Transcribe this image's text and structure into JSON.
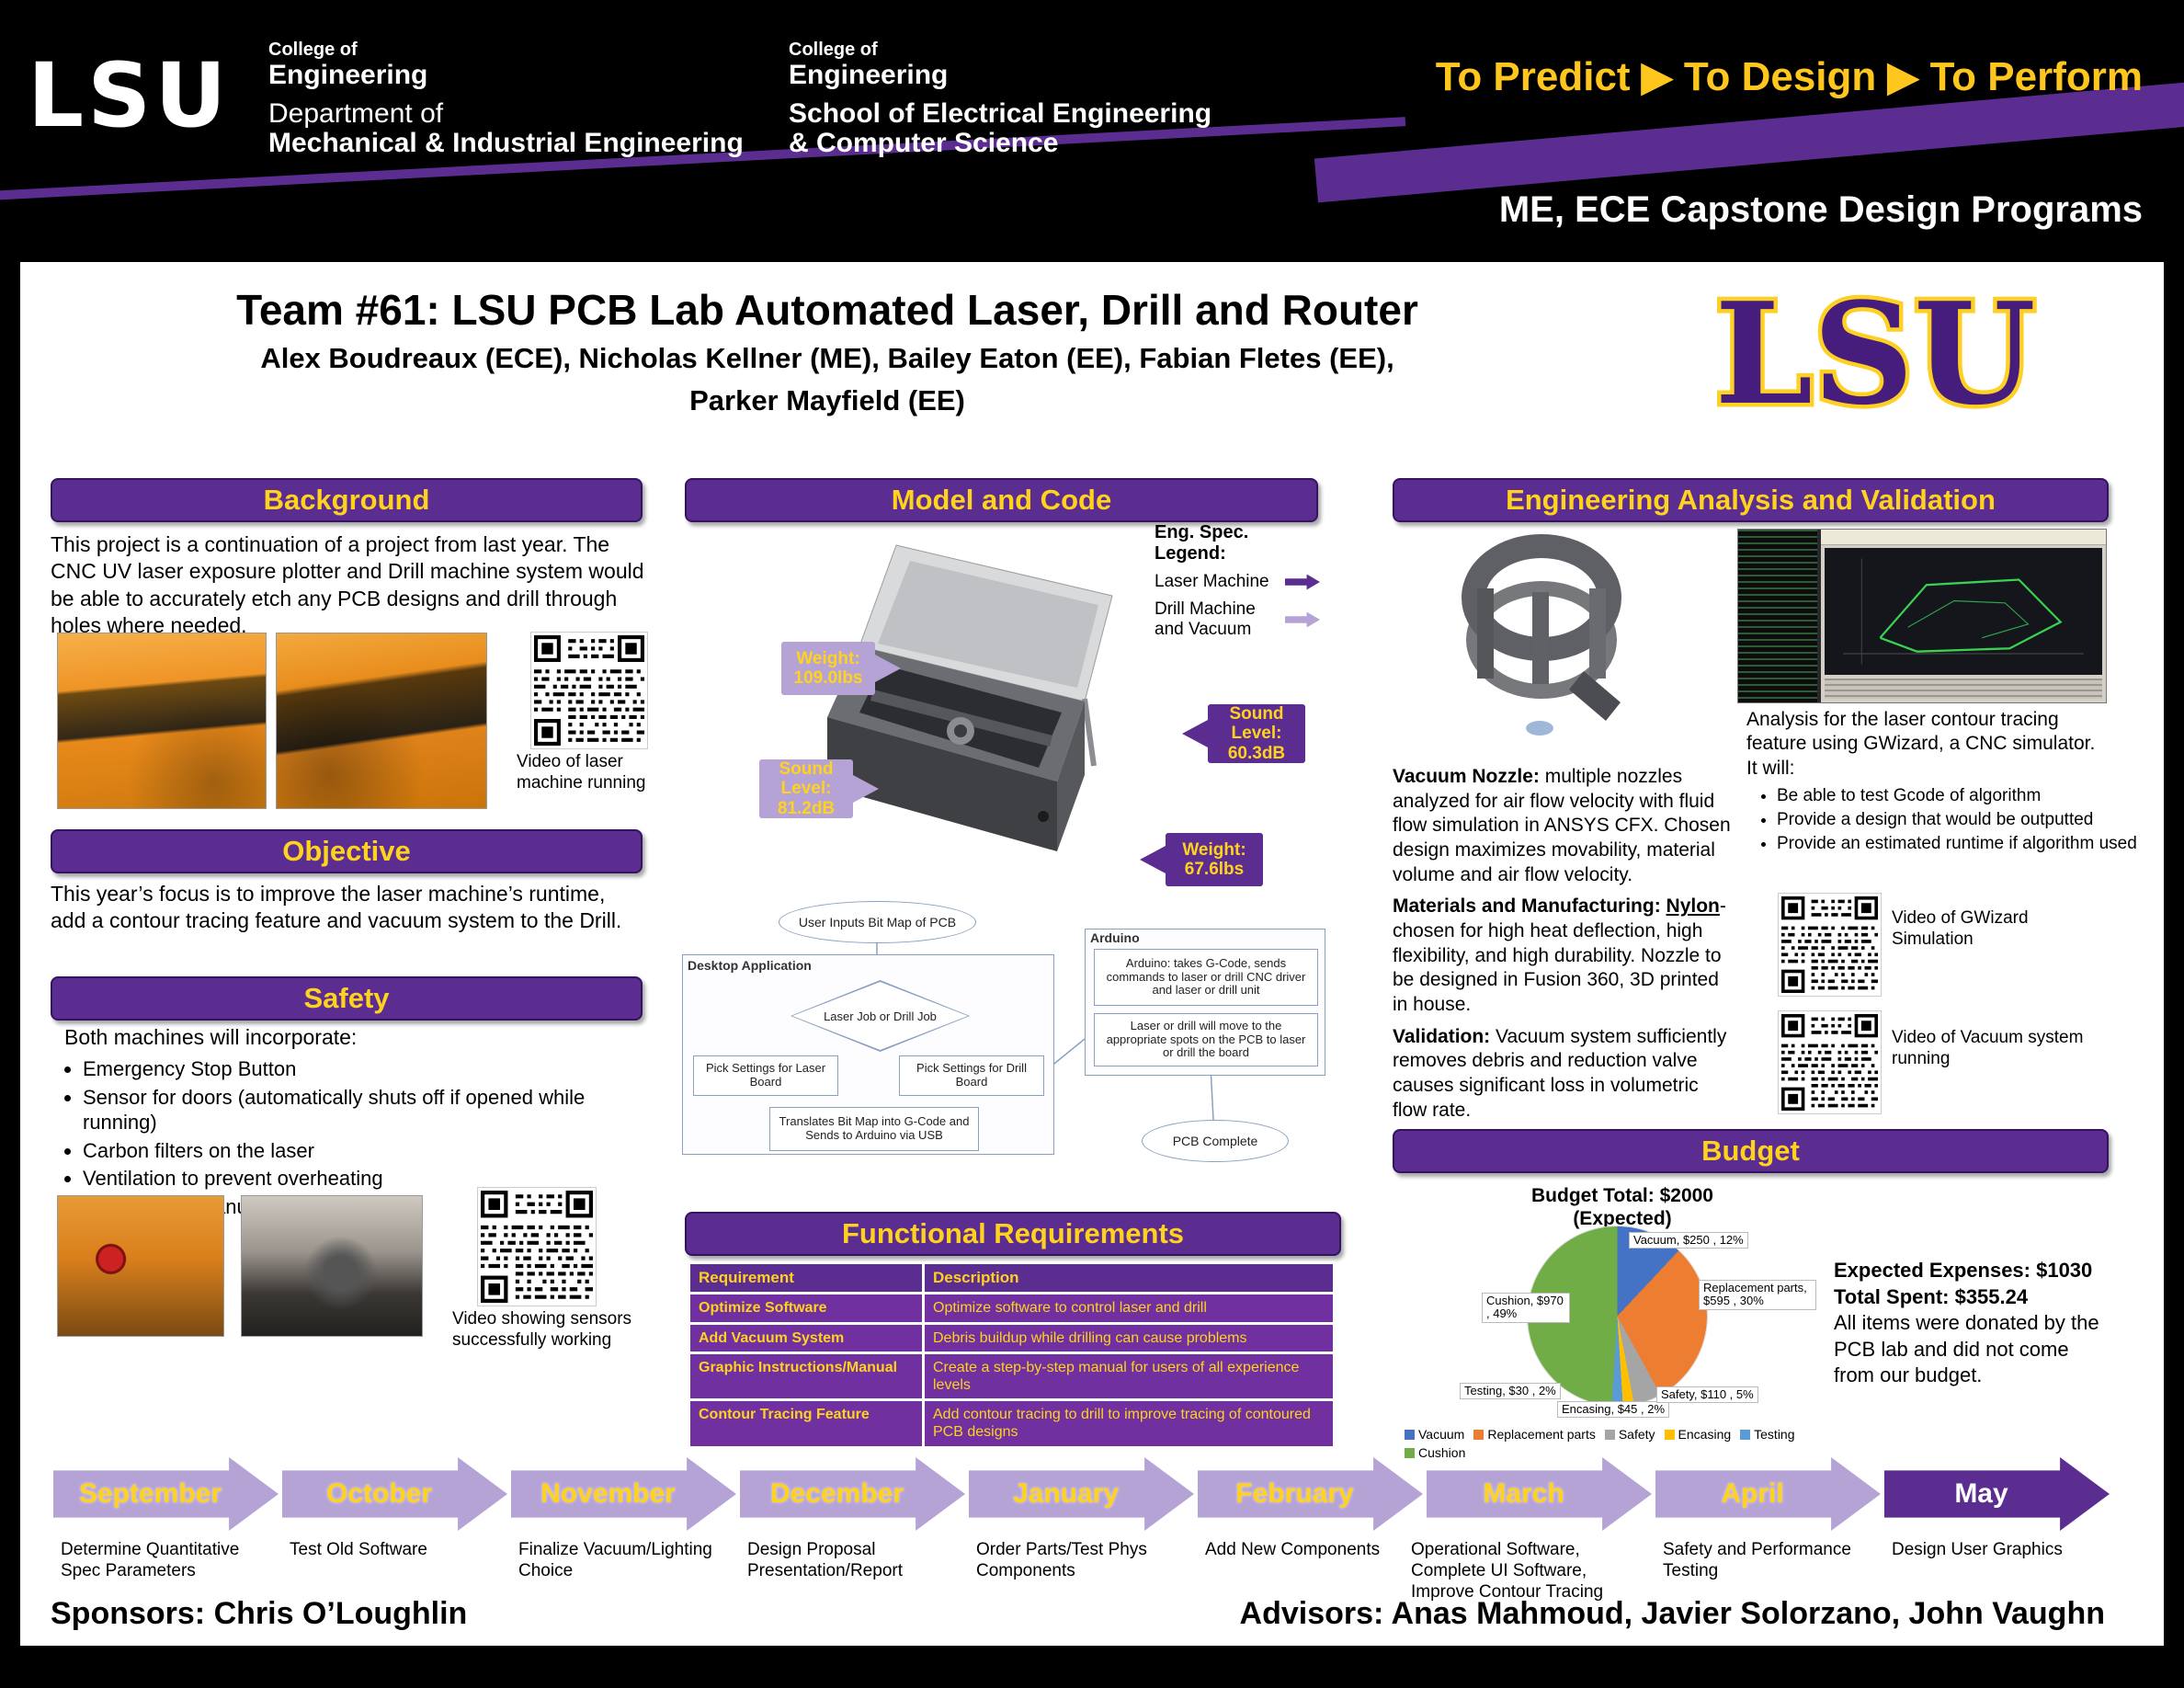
{
  "colors": {
    "lsu_purple": "#461D7C",
    "gold": "#FDD023",
    "header_purple": "#5C2D91",
    "header_gold": "#FFD21E"
  },
  "banner": {
    "lsu_wordmark": "LSU",
    "college1": {
      "small": "College of",
      "bold": "Engineering",
      "line1": "Department of",
      "line2": "Mechanical & Industrial Engineering"
    },
    "college2": {
      "small": "College of",
      "bold": "Engineering",
      "line1": "School of Electrical Engineering",
      "line2": "& Computer Science"
    },
    "motto": "To Predict ▶ To Design ▶ To Perform",
    "program": "ME, ECE Capstone Design Programs"
  },
  "title": {
    "main": "Team #61: LSU PCB Lab Automated Laser, Drill and Router",
    "authors1": "Alex Boudreaux (ECE), Nicholas Kellner (ME), Bailey Eaton (EE), Fabian Fletes (EE),",
    "authors2": "Parker Mayfield (EE)",
    "logo_text": "LSU"
  },
  "background": {
    "heading": "Background",
    "body": "This project is a continuation of a project from last year.  The CNC UV laser exposure plotter and Drill machine system would be able to accurately etch any PCB designs and drill through holes where needed.",
    "qr_caption": "Video of laser machine running"
  },
  "objective": {
    "heading": "Objective",
    "body": "This year’s focus is to improve the laser machine’s runtime, add a contour tracing feature and vacuum system to the Drill."
  },
  "safety": {
    "heading": "Safety",
    "intro": "Both machines will incorporate:",
    "bullets": [
      "Emergency Stop Button",
      "Sensor for doors (automatically shuts off if opened while running)",
      "Carbon filters on the laser",
      "Ventilation to prevent overheating",
      "Instructional manual for ease of use"
    ],
    "qr_caption": "Video showing sensors successfully working"
  },
  "model": {
    "heading": "Model and Code",
    "legend_title": "Eng. Spec. Legend:",
    "legend_laser": "Laser Machine",
    "legend_drill": "Drill Machine and Vacuum",
    "callouts": {
      "laser_weight_label": "Weight:",
      "laser_weight_value": "109.0lbs",
      "laser_sound_label": "Sound Level:",
      "laser_sound_value": "81.2dB",
      "drill_sound_label": "Sound Level:",
      "drill_sound_value": "60.3dB",
      "drill_weight_label": "Weight:",
      "drill_weight_value": "67.6lbs"
    },
    "flow": {
      "start": "User Inputs Bit Map of PCB",
      "desktop_label": "Desktop Application",
      "decision": "Laser Job or Drill Job",
      "laser_settings": "Pick Settings for Laser Board",
      "drill_settings": "Pick Settings for Drill Board",
      "translate": "Translates Bit Map into G-Code and Sends to Arduino via USB",
      "arduino_label": "Arduino",
      "arduino_box": "Arduino: takes G-Code, sends commands to laser or drill CNC driver and laser or drill unit",
      "move_box": "Laser or drill will move to the appropriate spots on the PCB to laser or drill the board",
      "end": "PCB Complete"
    }
  },
  "functional": {
    "heading": "Functional Requirements",
    "col1": "Requirement",
    "col2": "Description",
    "rows": [
      {
        "req": "Optimize Software",
        "desc": "Optimize software to control laser and drill"
      },
      {
        "req": "Add Vacuum System",
        "desc": "Debris buildup while drilling can cause problems"
      },
      {
        "req": "Graphic Instructions/Manual",
        "desc": "Create a step-by-step manual for users of all experience levels"
      },
      {
        "req": "Contour Tracing Feature",
        "desc": "Add contour tracing to drill to improve tracing of contoured PCB designs"
      }
    ]
  },
  "analysis": {
    "heading": "Engineering Analysis and Validation",
    "gwizard_intro": "Analysis for the laser contour tracing feature using GWizard, a CNC simulator. It will:",
    "gwizard_bullets": [
      "Be able to test Gcode of algorithm",
      "Provide a design that would be outputted",
      "Provide an estimated runtime if algorithm used"
    ],
    "vacuum_label": "Vacuum Nozzle:",
    "vacuum_text": " multiple nozzles analyzed for air flow velocity with fluid flow simulation in ANSYS CFX. Chosen design maximizes movability, material volume and air flow velocity.",
    "materials_label": "Materials and Manufacturing: ",
    "materials_link": "Nylon",
    "materials_text": "-chosen for high heat deflection, high flexibility, and high durability. Nozzle to be designed in Fusion 360, 3D printed in house.",
    "validation_label": "Validation:",
    "validation_text": " Vacuum system sufficiently removes debris and reduction valve causes significant loss in volumetric flow rate.",
    "qr1_caption": "Video of GWizard Simulation",
    "qr2_caption": "Video of Vacuum system running"
  },
  "budget": {
    "heading": "Budget",
    "chart_title_line1": "Budget Total: $2000",
    "chart_title_line2": "(Expected)",
    "notes_line1": "Expected Expenses: $1030",
    "notes_line2": "Total Spent: $355.24",
    "notes_line3": "All items were donated by the PCB lab and did not come from our budget."
  },
  "chart_data": {
    "type": "pie",
    "title": "Budget Total: $2000 (Expected)",
    "total": 2000,
    "slices": [
      {
        "label": "Vacuum",
        "value": 250,
        "pct": 12,
        "color": "#4472C4",
        "display": "Vacuum, $250 , 12%"
      },
      {
        "label": "Replacement parts",
        "value": 595,
        "pct": 30,
        "color": "#ED7D31",
        "display": "Replacement parts, $595 , 30%"
      },
      {
        "label": "Safety",
        "value": 110,
        "pct": 5,
        "color": "#A5A5A5",
        "display": "Safety, $110 , 5%"
      },
      {
        "label": "Encasing",
        "value": 45,
        "pct": 2,
        "color": "#FFC000",
        "display": "Encasing, $45 , 2%"
      },
      {
        "label": "Testing",
        "value": 30,
        "pct": 2,
        "color": "#5B9BD5",
        "display": "Testing, $30 , 2%"
      },
      {
        "label": "Cushion",
        "value": 970,
        "pct": 49,
        "color": "#70AD47",
        "display": "Cushion, $970 , 49%"
      }
    ],
    "legend_position": "bottom"
  },
  "timeline": {
    "months": [
      {
        "label": "September",
        "caption": "Determine Quantitative Spec Parameters"
      },
      {
        "label": "October",
        "caption": "Test Old Software"
      },
      {
        "label": "November",
        "caption": "Finalize Vacuum/Lighting Choice"
      },
      {
        "label": "December",
        "caption": "Design Proposal Presentation/Report"
      },
      {
        "label": "January",
        "caption": "Order Parts/Test Phys Components"
      },
      {
        "label": "February",
        "caption": "Add New Components"
      },
      {
        "label": "March",
        "caption": "Operational Software, Complete UI Software, Improve Contour Tracing"
      },
      {
        "label": "April",
        "caption": "Safety and Performance Testing"
      },
      {
        "label": "May",
        "caption": "Design User Graphics"
      }
    ]
  },
  "footer": {
    "sponsors": "Sponsors: Chris O’Loughlin",
    "advisors": "Advisors: Anas Mahmoud, Javier Solorzano, John Vaughn"
  }
}
